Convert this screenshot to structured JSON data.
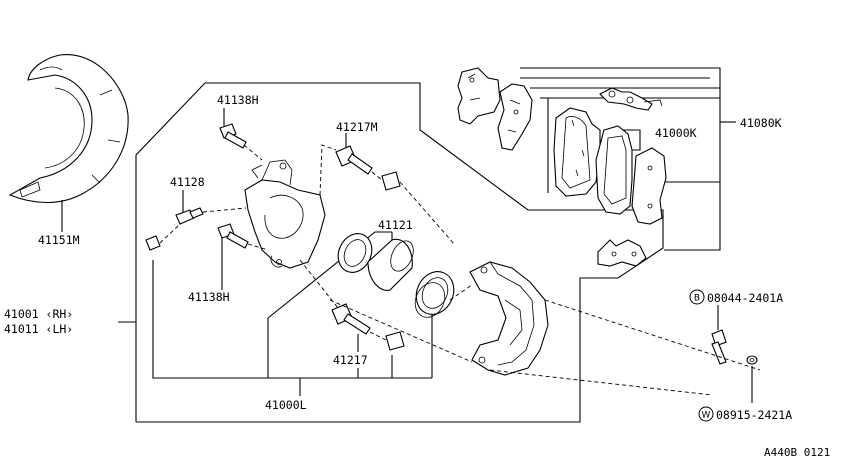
{
  "labels": {
    "splash_shield": "41151M",
    "bolt_upper": "41138H",
    "bleeder": "41128",
    "bolt_lower": "41138H",
    "pin_boot_kit_upper": "41217M",
    "piston_seal_kit": "41121",
    "pin_boot_kit_lower": "41217",
    "caliper_rh": "41001 ‹RH›",
    "caliper_lh": "41011 ‹LH›",
    "caliper_assy": "41000L",
    "pad_kit": "41000K",
    "pad_set": "41080K",
    "bolt_bottom": "08044-2401A",
    "washer_bottom": "08915-2421A"
  },
  "circle_letters": {
    "bolt": "B",
    "washer": "W"
  },
  "diagram_code": "A440B 0121"
}
